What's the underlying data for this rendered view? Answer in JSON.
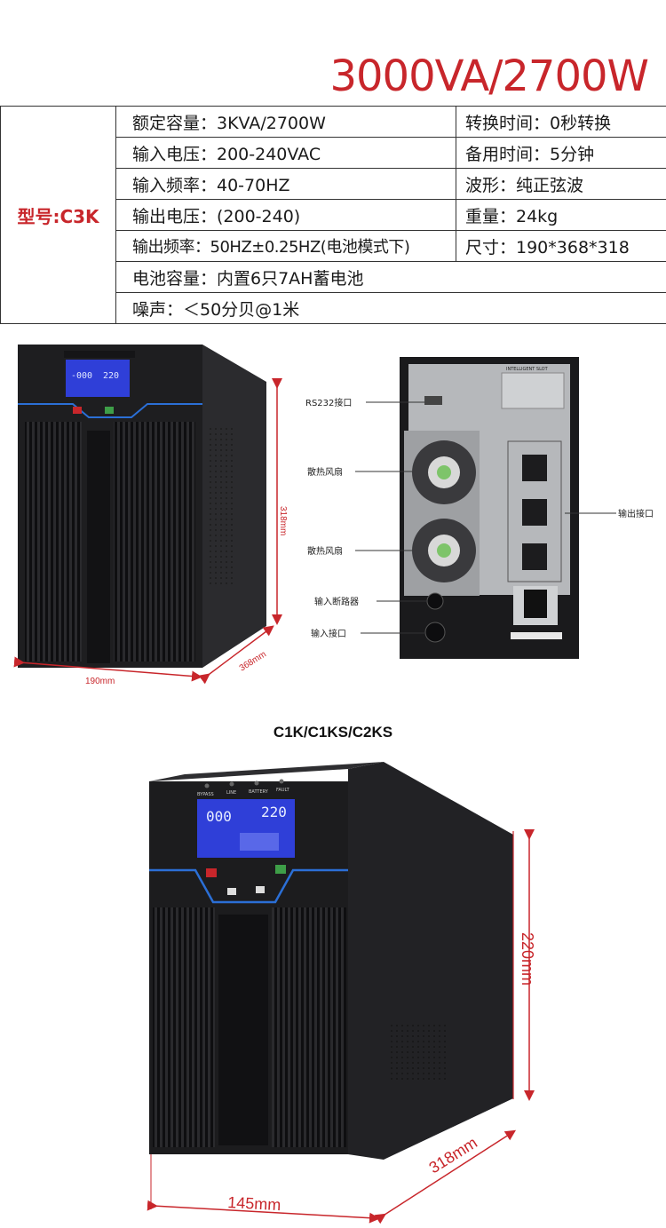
{
  "headline": "3000VA/2700W",
  "spec_table": {
    "model": "型号:C3K",
    "rows": [
      {
        "left": "额定容量：3KVA/2700W",
        "right": "转换时间：0秒转换"
      },
      {
        "left": "输入电压：200-240VAC",
        "right": "备用时间：5分钟"
      },
      {
        "left": "输入频率：40-70HZ",
        "right": "波形：纯正弦波"
      },
      {
        "left": "输出电压：(200-240)",
        "right": "重量：24kg"
      },
      {
        "left": "输出频率：50HZ±0.25HZ(电池模式下)",
        "right": "尺寸：190*368*318"
      },
      {
        "left": "电池容量：内置6只7AH蓄电池"
      },
      {
        "left": "噪声：＜50分贝@1米"
      }
    ]
  },
  "c3k_front": {
    "width_dim": "190mm",
    "depth_dim": "368mm",
    "height_dim": "318mm"
  },
  "c3k_rear": {
    "callouts": [
      "RS232接口",
      "散热风扇",
      "散热风扇",
      "输入断路器",
      "输入接口",
      "输出接口"
    ]
  },
  "c1k": {
    "title": "C1K/C1KS/C2KS",
    "width_dim": "145mm",
    "depth_dim": "318mm",
    "height_dim": "220mm",
    "indicators": [
      "BYPASS",
      "LINE",
      "BATTERY",
      "FAULT"
    ],
    "lcd_left": "000",
    "lcd_right": "220"
  },
  "colors": {
    "accent": "#c8262b",
    "lcd": "#2f3fd8",
    "body": "#1e1e20"
  }
}
